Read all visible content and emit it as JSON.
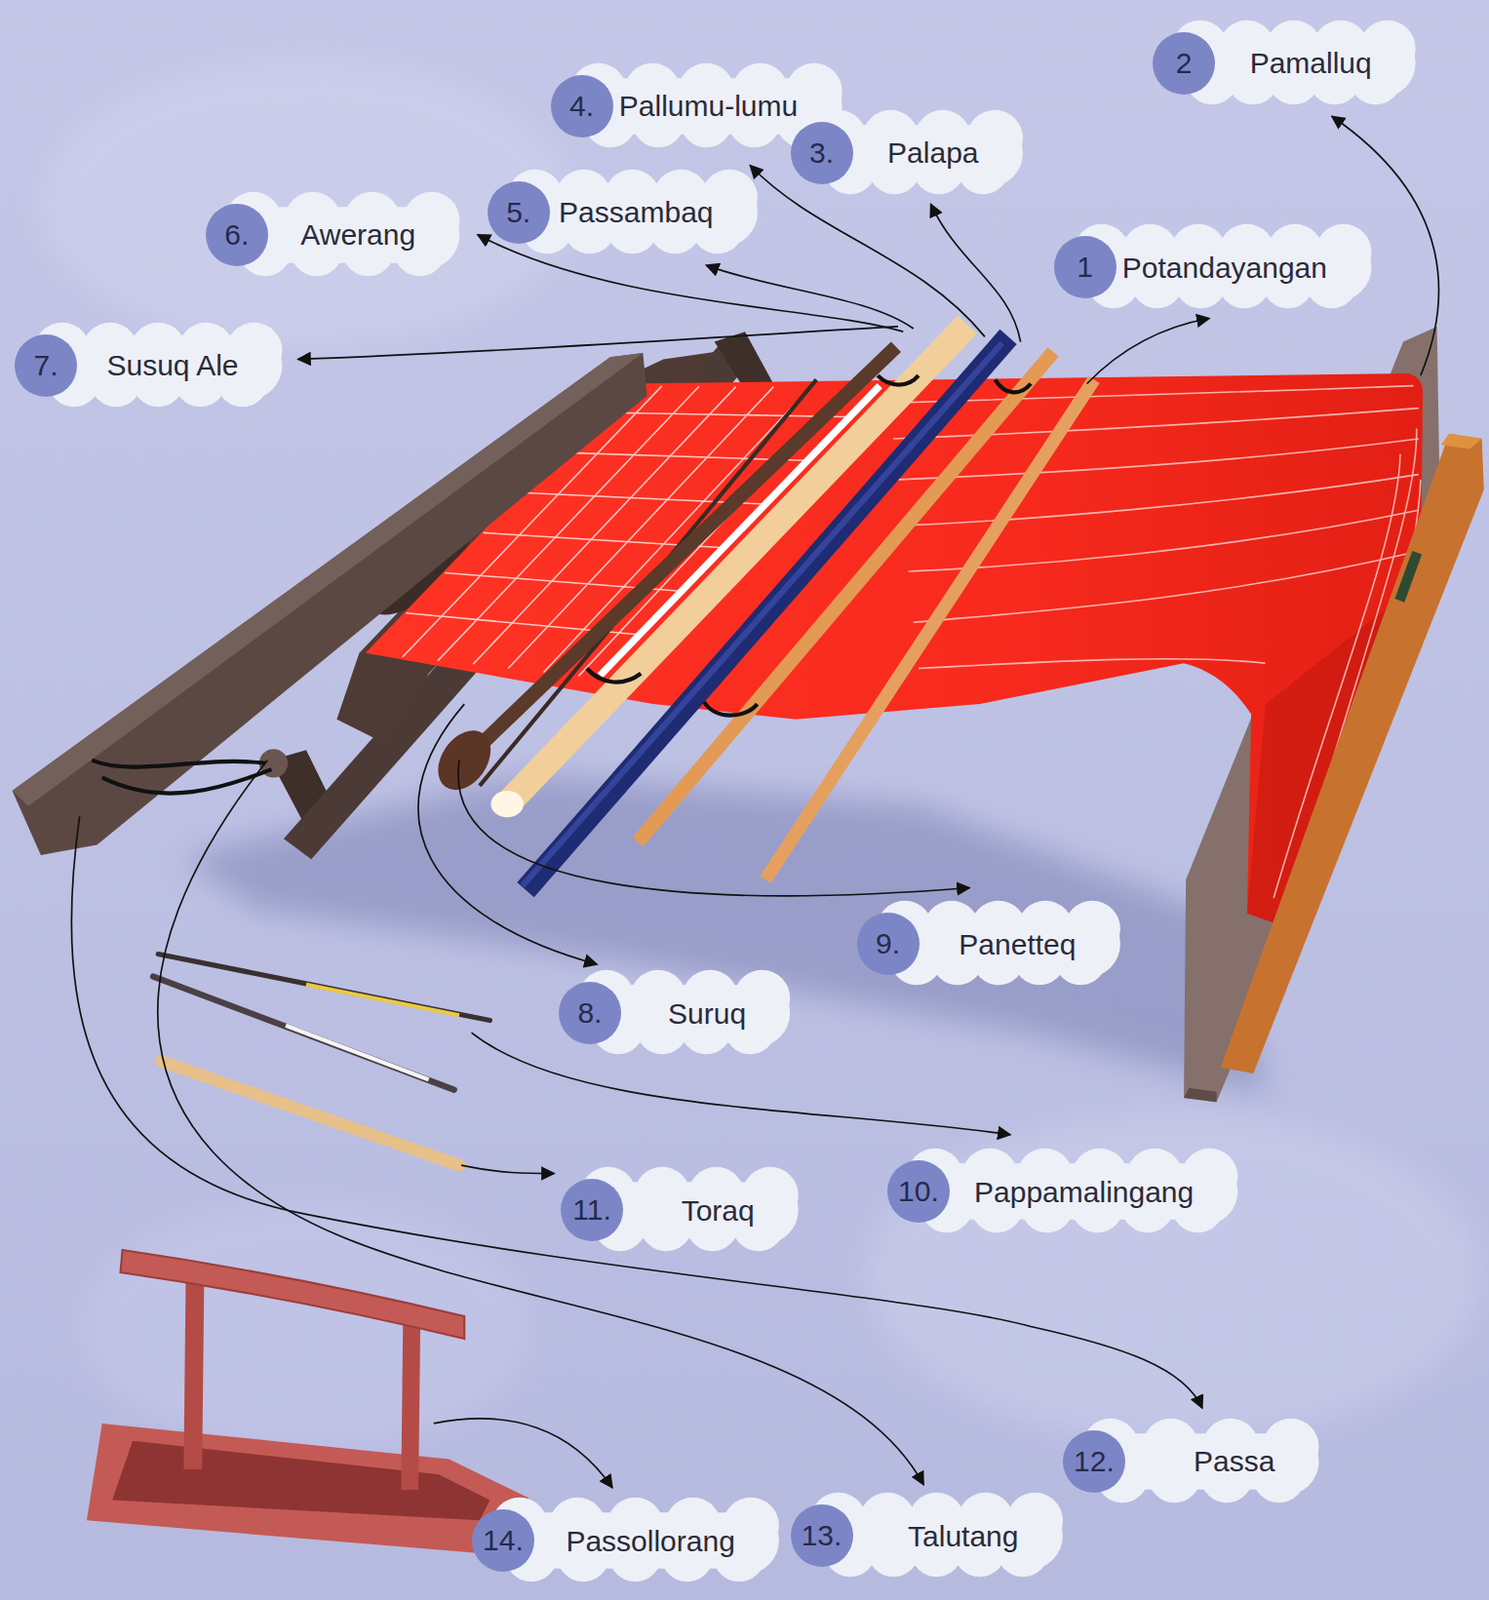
{
  "diagram": {
    "nodes": [
      {
        "text": [
          "2",
          "Pamalluq"
        ]
      },
      {
        "text": [
          "4.",
          "Pallumu-lumu"
        ]
      },
      {
        "text": [
          "3.",
          "Palapa"
        ]
      },
      {
        "text": [
          "5.",
          "Passambaq"
        ]
      },
      {
        "text": [
          "6.",
          "Awerang"
        ]
      },
      {
        "text": [
          "1",
          "Potandayangan"
        ]
      },
      {
        "text": [
          "7.",
          "Susuq Ale"
        ]
      },
      {
        "text": [
          "9.",
          "Panetteq"
        ]
      },
      {
        "text": [
          "8.",
          "Suruq"
        ]
      },
      {
        "text": [
          "10.",
          "Pappamalingang"
        ]
      },
      {
        "text": [
          "11.",
          "Toraq"
        ]
      },
      {
        "text": [
          "12.",
          "Passa"
        ]
      },
      {
        "text": [
          "14.",
          "Passollorang"
        ]
      },
      {
        "text": [
          "13.",
          "Talutang"
        ]
      }
    ]
  }
}
